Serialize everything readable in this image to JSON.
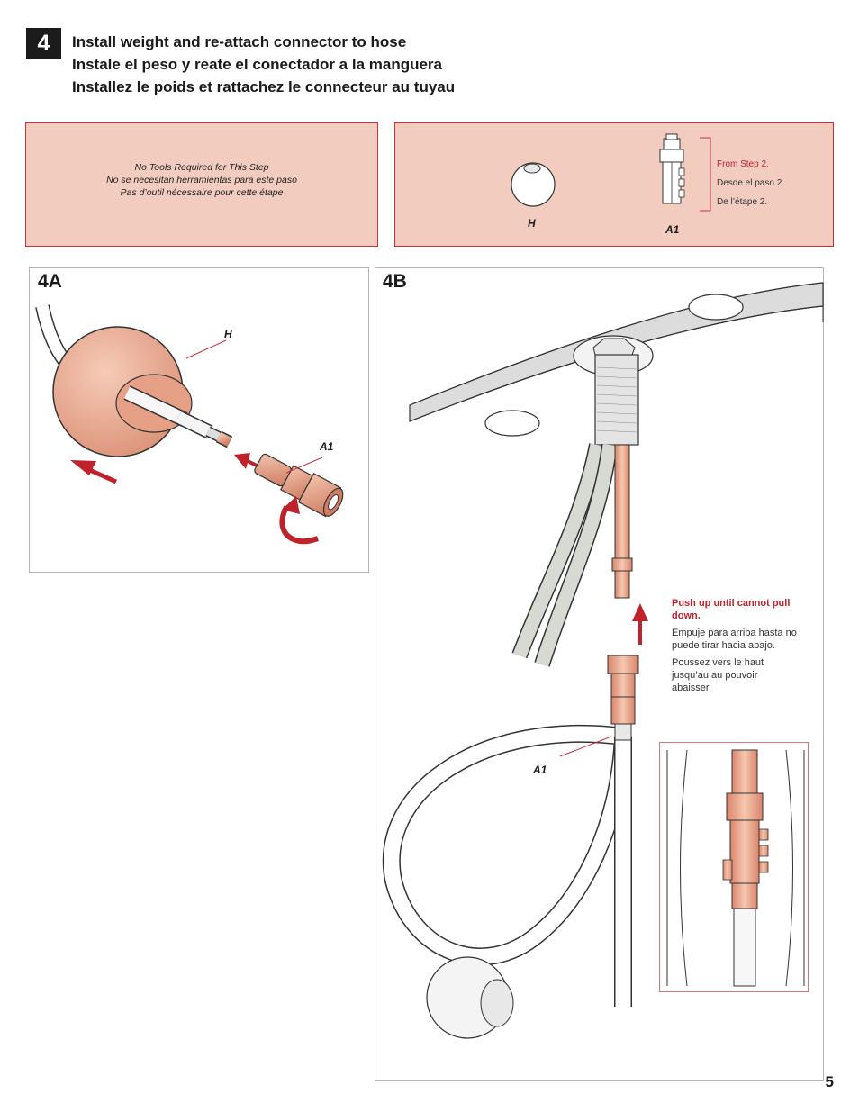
{
  "step": {
    "number": "4",
    "titles": [
      "Install weight and re-attach connector to hose",
      "Instale el peso y reate el conectador a la manguera",
      "Installez le poids et rattachez le connecteur au tuyau"
    ]
  },
  "tools": {
    "lines": [
      "No Tools Required for This Step",
      "No se necesitan herramientas para este paso",
      "Pas d’outil nécessaire pour cette étape"
    ]
  },
  "parts": {
    "items": [
      {
        "label": "H",
        "icon": "weight-ball-icon"
      },
      {
        "label": "A1",
        "icon": "quick-connector-icon"
      }
    ],
    "from_step": [
      "From Step 2.",
      "Desde el paso 2.",
      "De l’étape 2."
    ]
  },
  "panel_4a": {
    "label": "4A",
    "callouts": [
      "H",
      "A1"
    ]
  },
  "panel_4b": {
    "label": "4B",
    "callouts": [
      "A1"
    ],
    "instructions": [
      "Push up until cannot pull down.",
      "Empuje para arriba hasta no puede tirar hacia abajo.",
      "Poussez vers le haut jusqu’au au pouvoir abaisser."
    ]
  },
  "page_number": "5",
  "colors": {
    "accent_red": "#c0222c",
    "part_fill": "#f3ccc0",
    "copper": "#e39a7c"
  }
}
